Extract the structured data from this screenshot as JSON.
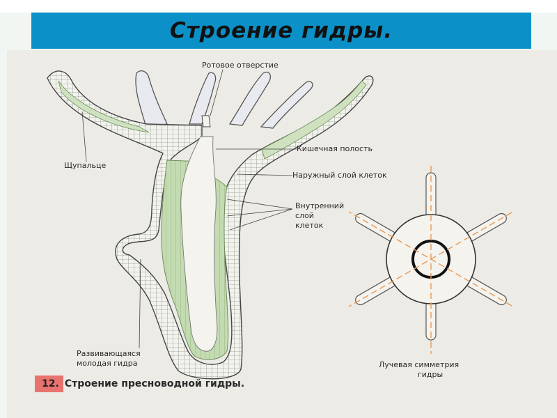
{
  "title": "Строение гидры.",
  "labels": {
    "mouth": "Ротовое отверстие",
    "tentacle": "Щупальце",
    "gut_cavity": "Кишечная полость",
    "outer_layer": "Наружный слой клеток",
    "inner_layer_1": "Внутренний",
    "inner_layer_2": "слой",
    "inner_layer_3": "клеток",
    "bud_1": "Развивающаяся",
    "bud_2": "молодая гидра",
    "symmetry_1": "Лучевая симметрия",
    "symmetry_2": "гидры"
  },
  "caption": {
    "number": "12.",
    "text": "Строение пресноводной гидры."
  },
  "colors": {
    "title_bar": "#0b91c8",
    "inner_layer": "#bcd6a8",
    "axis_lines": "#e89a55",
    "caption_badge": "#e8736e"
  }
}
